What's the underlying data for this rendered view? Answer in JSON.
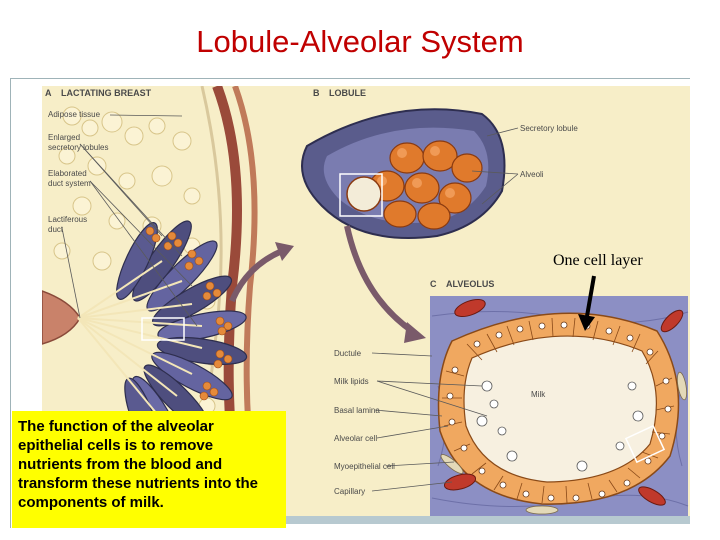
{
  "title": "Lobule-Alveolar System",
  "panels": {
    "a": {
      "letter": "A",
      "heading": "LACTATING BREAST"
    },
    "b": {
      "letter": "B",
      "heading": "LOBULE"
    },
    "c": {
      "letter": "C",
      "heading": "ALVEOLUS"
    }
  },
  "labels_a": {
    "adipose": "Adipose tissue",
    "enlarged_1": "Enlarged",
    "enlarged_2": "secretory lobules",
    "elaborated_1": "Elaborated",
    "elaborated_2": "duct system",
    "lactiferous_1": "Lactiferous",
    "lactiferous_2": "duct"
  },
  "labels_b": {
    "secretory_lobule": "Secretory lobule",
    "alveoli": "Alveoli"
  },
  "labels_c": {
    "ductule": "Ductule",
    "milk_lipids": "Milk lipids",
    "basal_lamina": "Basal lamina",
    "alveolar_cell": "Alveolar cell",
    "myoepithelial_cell": "Myoepithelial cell",
    "capillary": "Capillary",
    "milk": "Milk"
  },
  "annotation": "One cell layer",
  "callout": "The function of the alveolar epithelial cells is to remove nutrients from the blood and transform these nutrients into the components of milk.",
  "colors": {
    "title": "#c00000",
    "callout_bg": "#ffff00",
    "figure_bg": "#f7eec8",
    "lobule_purple": "#5a5c8c",
    "alveoli_orange": "#e07a2c",
    "alveolus_bg": "#8c8fc4",
    "cell_orange": "#f0a860",
    "arrow_purple": "#7a5a6a"
  }
}
